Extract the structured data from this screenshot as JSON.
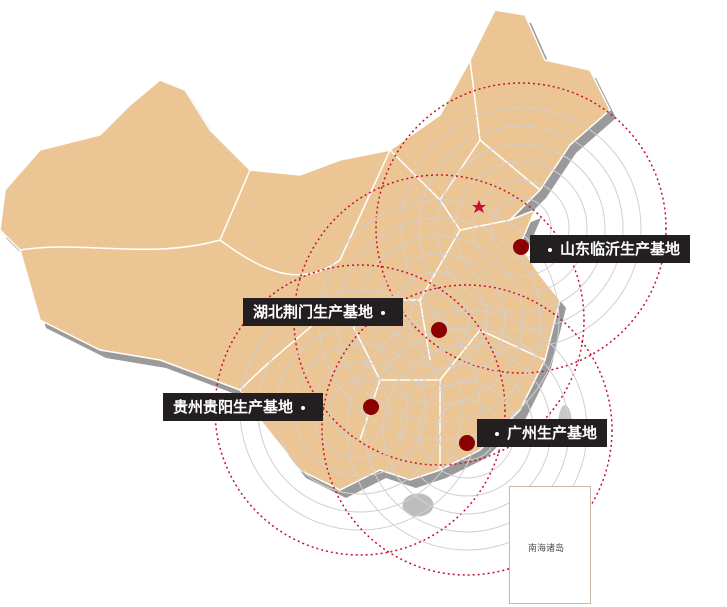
{
  "map": {
    "land_color": "#ecc595",
    "border_color": "#ffffff",
    "ring_color": "#c8102e",
    "marker_color": "#8b0000",
    "capital_icon": "star-icon"
  },
  "bases": [
    {
      "id": "shandong",
      "label": "山东临沂生产基地"
    },
    {
      "id": "hubei",
      "label": "湖北荆门生产基地"
    },
    {
      "id": "guizhou",
      "label": "贵州贵阳生产基地"
    },
    {
      "id": "guangzhou",
      "label": "广州生产基地"
    }
  ],
  "inset": {
    "label": "南海诸岛"
  }
}
